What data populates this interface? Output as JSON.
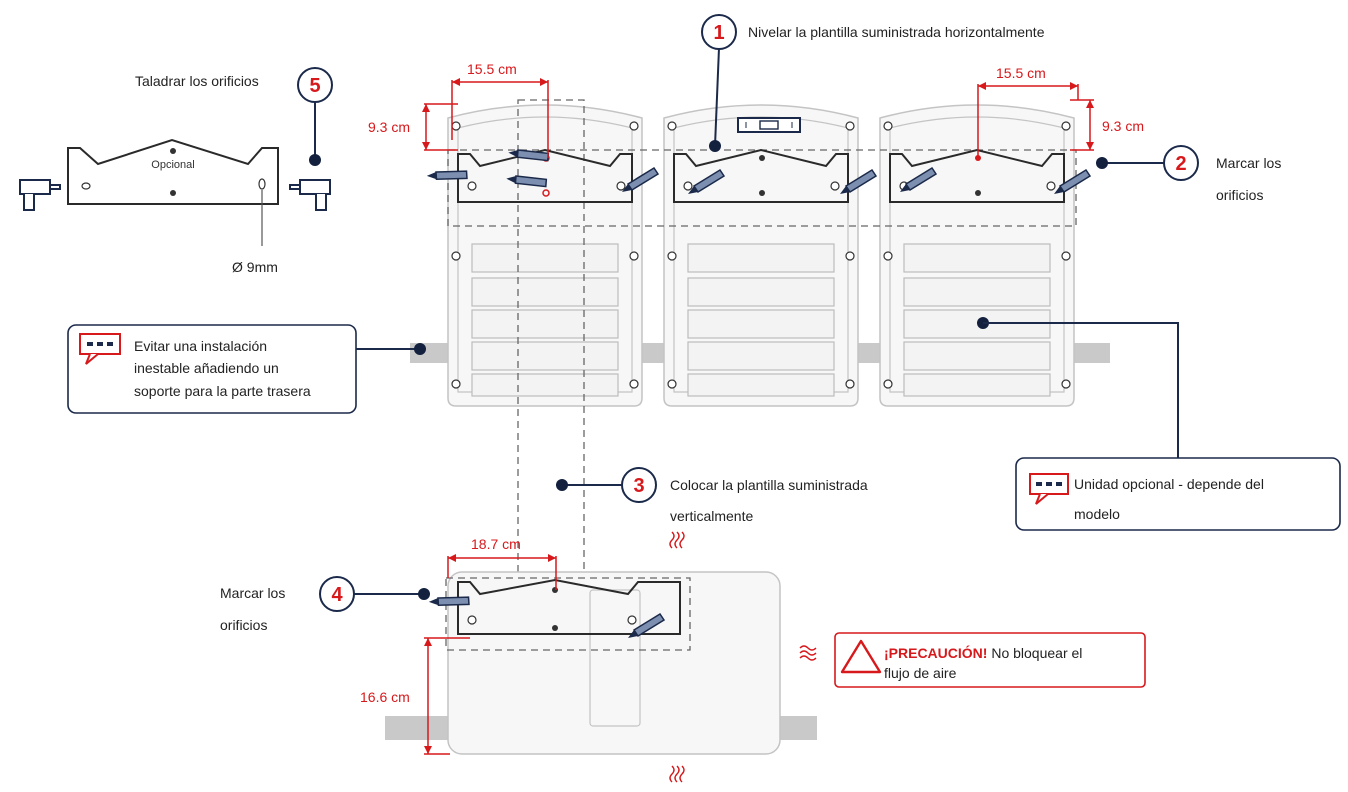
{
  "steps": {
    "step1": {
      "number": "1",
      "text": "Nivelar la plantilla suministrada horizontalmente"
    },
    "step2": {
      "number": "2",
      "line1": "Marcar los",
      "line2": "orificios"
    },
    "step3": {
      "number": "3",
      "line1": "Colocar la plantilla suministrada",
      "line2": "verticalmente"
    },
    "step4": {
      "number": "4",
      "line1": "Marcar los",
      "line2": "orificios"
    },
    "step5": {
      "number": "5",
      "text": "Taladrar los orificios"
    }
  },
  "bracket": {
    "label": "Opcional",
    "hole_diameter": "Ø 9mm"
  },
  "dimensions": {
    "left_width": "15.5 cm",
    "left_height": "9.3 cm",
    "right_width": "15.5 cm",
    "right_height": "9.3 cm",
    "bottom_width": "18.7 cm",
    "bottom_height": "16.6 cm"
  },
  "notes": {
    "stability": {
      "line1": "Evitar una instalación",
      "line2": "inestable añadiendo un",
      "line3": "soporte para la parte trasera"
    },
    "optional_unit": {
      "line1": "Unidad opcional - depende del",
      "line2": "modelo"
    },
    "caution": {
      "title": "¡PRECAUCIÓN!",
      "line1_rest": " No bloquear el",
      "line2": "flujo de aire"
    }
  },
  "icons": {
    "drill": "drill-icon",
    "pencil": "pencil-icon",
    "level": "spirit-level-icon",
    "note": "speech-bubble-icon",
    "warning": "warning-triangle-icon",
    "airflow": "airflow-icon"
  },
  "colors": {
    "accent_red": "#d7191c",
    "navy": "#1b2a4a",
    "unit_grey": "#c4c4c4"
  }
}
